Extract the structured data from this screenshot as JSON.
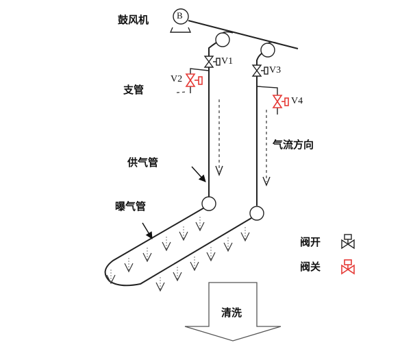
{
  "labels": {
    "blower": "鼓风机",
    "blower_symbol": "B",
    "branch_pipe": "支管",
    "supply_pipe": "供气管",
    "aeration_pipe": "曝气管",
    "airflow_direction": "气流方向",
    "cleaning": "清洗"
  },
  "valves": [
    {
      "id": "V1",
      "state": "open"
    },
    {
      "id": "V2",
      "state": "closed"
    },
    {
      "id": "V3",
      "state": "open"
    },
    {
      "id": "V4",
      "state": "closed"
    }
  ],
  "legend": {
    "open": "阀开",
    "closed": "阀关"
  },
  "colors": {
    "open": "#222222",
    "closed": "#e53935"
  }
}
